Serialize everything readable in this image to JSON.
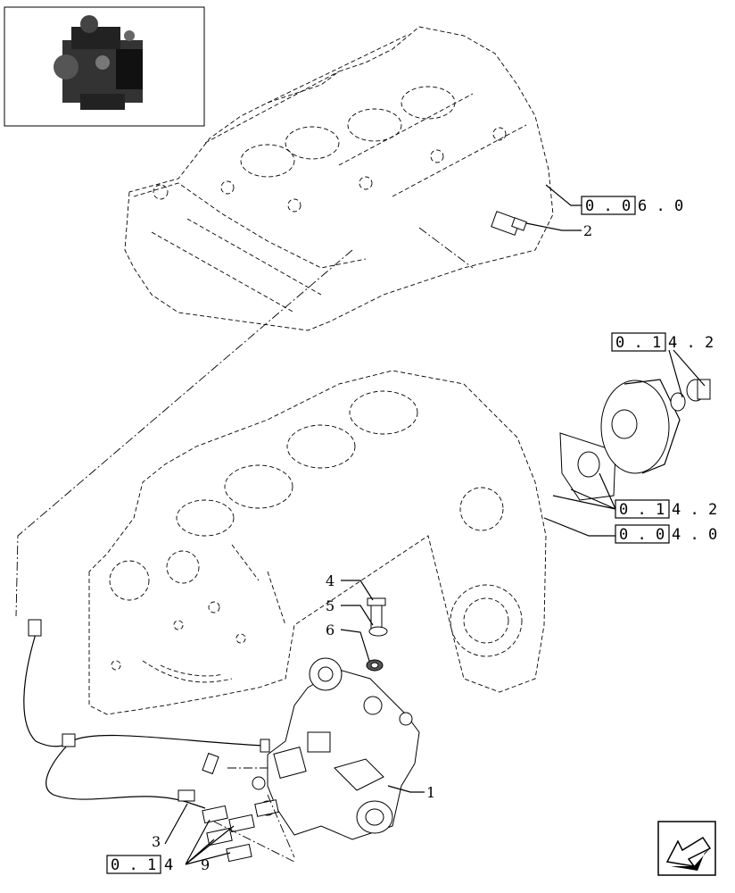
{
  "references": {
    "ref_006": {
      "boxed": "0 . 0",
      "rest": "6 . 0"
    },
    "ref_0142_top": {
      "boxed": "0 . 1",
      "rest": "4 . 2"
    },
    "ref_0142_mid": {
      "boxed": "0 . 1",
      "rest": "4 . 2"
    },
    "ref_004": {
      "boxed": "0 . 0",
      "rest": "4 . 0"
    },
    "ref_014_bottom": {
      "boxed": "0 . 1",
      "rest": "4"
    }
  },
  "callouts": {
    "c1": "1",
    "c2": "2",
    "c3": "3",
    "c4": "4",
    "c5": "5",
    "c6": "6",
    "c9": "9"
  },
  "icons": {
    "thumbnail": "engine-thumbnail-icon",
    "navigation": "arrow-back-icon"
  }
}
